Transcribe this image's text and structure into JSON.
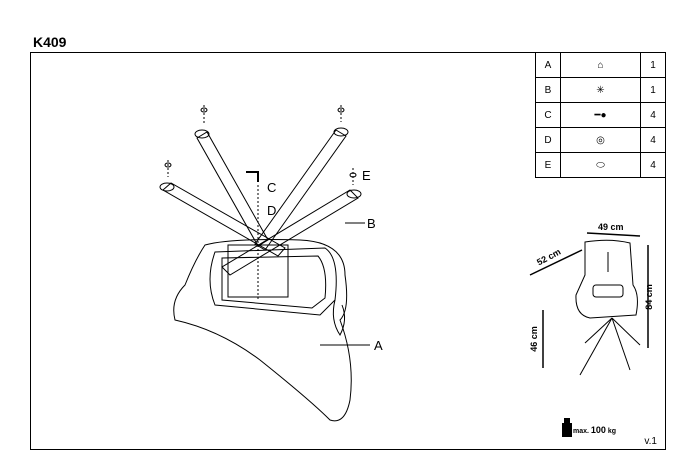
{
  "title": "K409",
  "parts": [
    {
      "letter": "A",
      "icon": "seat-icon",
      "qty": "1"
    },
    {
      "letter": "B",
      "icon": "base-icon",
      "qty": "1"
    },
    {
      "letter": "C",
      "icon": "screw-icon",
      "qty": "4"
    },
    {
      "letter": "D",
      "icon": "washer-icon",
      "qty": "4"
    },
    {
      "letter": "E",
      "icon": "foot-pad-icon",
      "qty": "4"
    }
  ],
  "callouts": {
    "a": "A",
    "b": "B",
    "c": "C",
    "d": "D",
    "e": "E"
  },
  "dimensions": {
    "width": "49 cm",
    "depth": "52 cm",
    "height": "84 cm",
    "seat_height": "46 cm"
  },
  "max_load": {
    "prefix": "max.",
    "value": "100",
    "unit": "kg"
  },
  "version": "v.1"
}
